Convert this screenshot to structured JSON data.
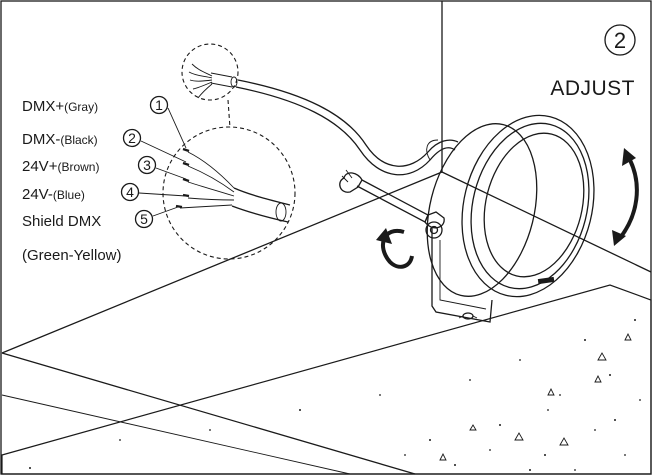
{
  "step": {
    "number": "2",
    "title": "ADJUST"
  },
  "wires": [
    {
      "name": "DMX+",
      "detail": "(Gray)",
      "index": "1"
    },
    {
      "name": "DMX-",
      "detail": "(Black)",
      "index": "2"
    },
    {
      "name": "24V+",
      "detail": "(Brown)",
      "index": "3"
    },
    {
      "name": "24V-",
      "detail": "(Blue)",
      "index": "4"
    },
    {
      "name": "Shield DMX",
      "detail": "",
      "index": "5"
    }
  ],
  "shield_color_note": "(Green-Yellow)",
  "icons": {
    "fixture": "round-spotlight-icon",
    "tool": "wrench-icon",
    "rotate_bracket": "rotate-arrow-icon",
    "tilt": "tilt-arrow-icon",
    "cable": "cable-icon",
    "ground": "concrete-ground-icon"
  }
}
